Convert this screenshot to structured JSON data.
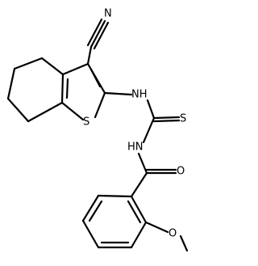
{
  "molecule": {
    "atoms": {
      "nitrile_n": "N",
      "thiophene_s": "S",
      "amine_nh_1": "NH",
      "thione_s": "S",
      "amine_nh_2": "HN",
      "carbonyl_o": "O",
      "methoxy_o": "O"
    }
  }
}
